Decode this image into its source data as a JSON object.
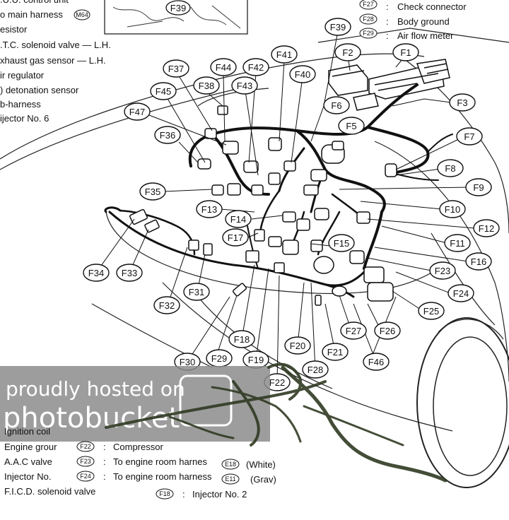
{
  "top_left_labels": [
    "o main harness",
    "esistor",
    ".T.C. solenoid valve — L.H.",
    "xhaust gas sensor — L.H.",
    "ir regulator",
    ") detonation sensor",
    "b-harness",
    "ijector No. 6"
  ],
  "top_left_tag": "M64",
  "top_right_legend": [
    {
      "code": "F27",
      "text": "Check connector"
    },
    {
      "code": "F28",
      "text": "Body ground"
    },
    {
      "code": "F29",
      "text": "Air flow meter"
    }
  ],
  "inset_tag": "F39",
  "callouts": [
    "F1",
    "F2",
    "F3",
    "F5",
    "F6",
    "F7",
    "F8",
    "F9",
    "F10",
    "F11",
    "F12",
    "F13",
    "F14",
    "F15",
    "F16",
    "F17",
    "F18",
    "F19",
    "F20",
    "F21",
    "F22",
    "F23",
    "F24",
    "F25",
    "F26",
    "F27",
    "F28",
    "F29",
    "F30",
    "F31",
    "F32",
    "F33",
    "F34",
    "F35",
    "F36",
    "F37",
    "F38",
    "F39",
    "F40",
    "F41",
    "F42",
    "F43",
    "F44",
    "F45",
    "F46",
    "F47"
  ],
  "bottom_left_labels": [
    "Ignition coil",
    "Engine grour",
    "A.A.C valve",
    "Injector No.",
    "F.I.C.D. solenoid valve"
  ],
  "bottom_legend": [
    {
      "code": "F22",
      "text": "Compressor",
      "note": ""
    },
    {
      "code": "F23",
      "text": "To engine room harnes",
      "note": "(White)",
      "ref": "E18"
    },
    {
      "code": "F24",
      "text": "To engine room harness",
      "note": "(Grav)",
      "ref": "E11"
    },
    {
      "code": "F18",
      "text": "Injector No. 2",
      "note": ""
    }
  ],
  "watermark": {
    "line1": "proudly hosted on",
    "line2": "photobucket"
  },
  "colors": {
    "ink": "#111111",
    "watermark_bg": "#8c8c8c",
    "scribble": "#2f3a22"
  }
}
